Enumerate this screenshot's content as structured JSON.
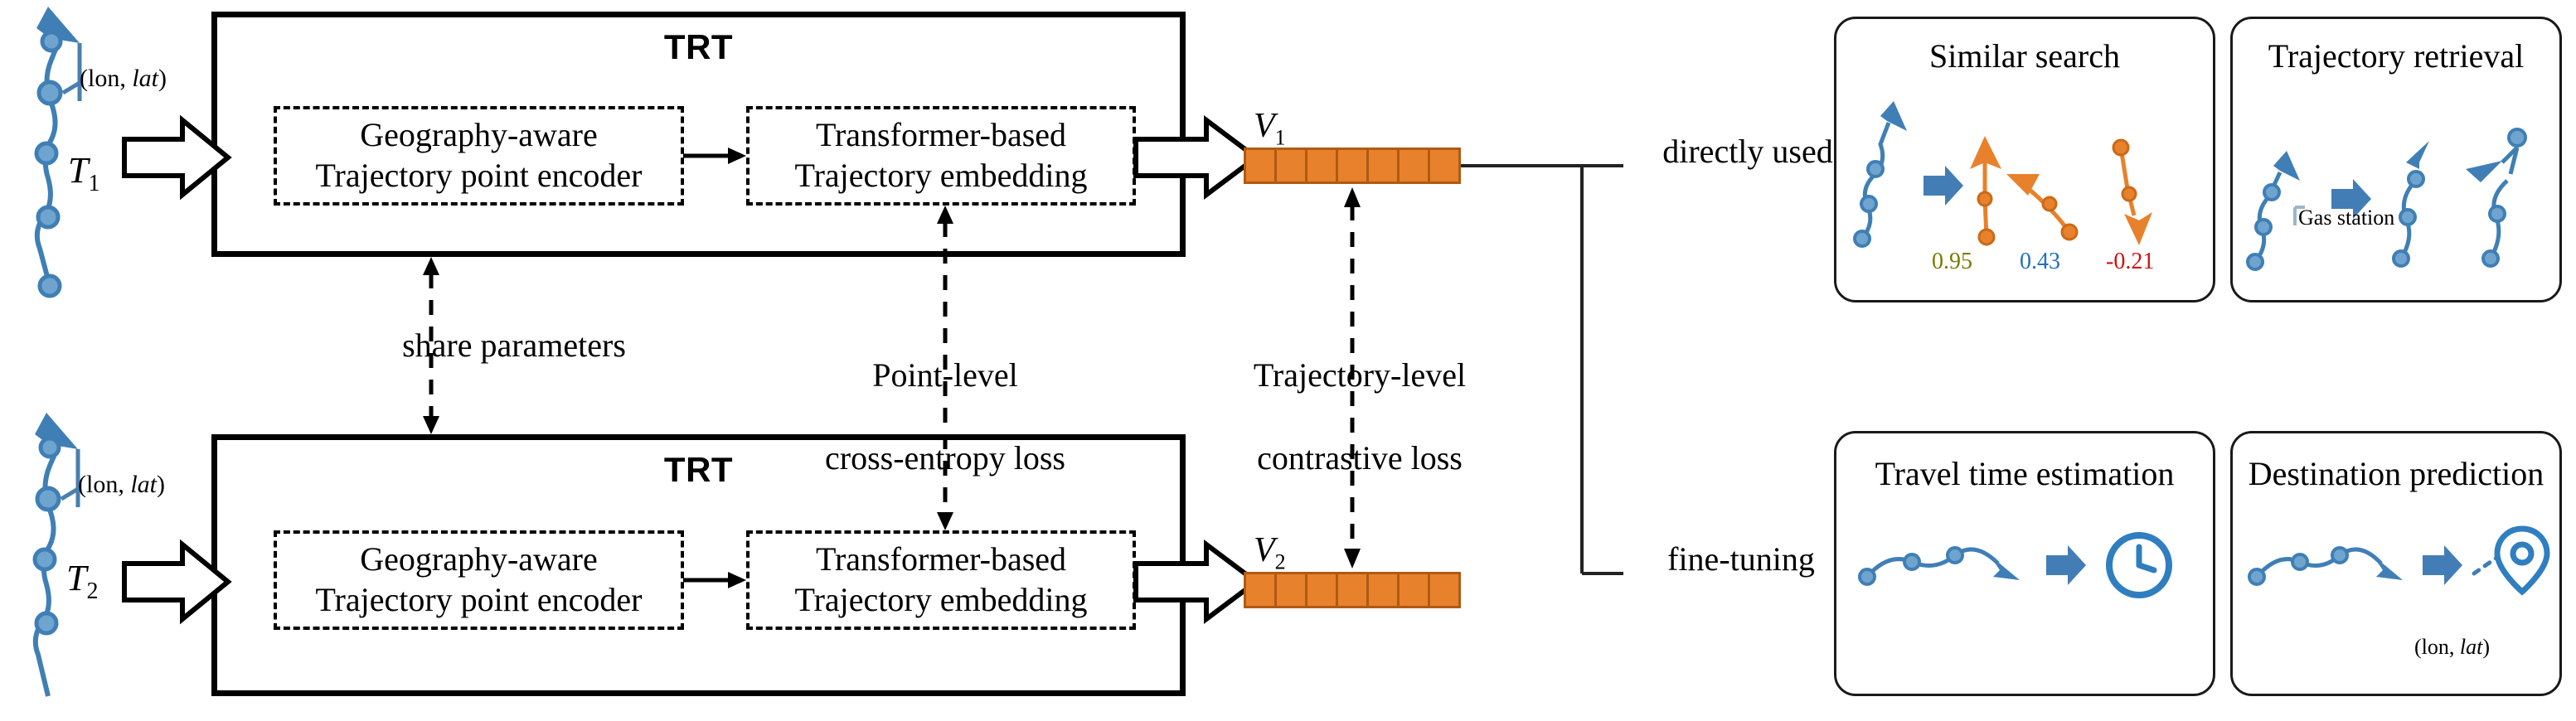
{
  "figure": {
    "type": "architecture-diagram",
    "title": "TRT trajectory representation framework"
  },
  "inputs": [
    {
      "name": "T1",
      "label": "T",
      "sub": "1",
      "coord_label": "(lon, lat)",
      "coord_lon": "(lon,",
      "coord_lat": "lat",
      "coord_close": ")"
    },
    {
      "name": "T2",
      "label": "T",
      "sub": "2",
      "coord_label": "(lon, lat)",
      "coord_lon": "(lon,",
      "coord_lat": "lat",
      "coord_close": ")"
    }
  ],
  "encoders": [
    {
      "title": "TRT",
      "modules": [
        {
          "line1": "Geography-aware",
          "line2": "Trajectory point encoder"
        },
        {
          "line1": "Transformer-based",
          "line2": "Trajectory embedding"
        }
      ]
    },
    {
      "title": "TRT",
      "modules": [
        {
          "line1": "Geography-aware",
          "line2": "Trajectory point encoder"
        },
        {
          "line1": "Transformer-based",
          "line2": "Trajectory embedding"
        }
      ]
    }
  ],
  "vectors": [
    {
      "label": "V",
      "sub": "1",
      "cells": 7,
      "color": "#e8812b"
    },
    {
      "label": "V",
      "sub": "2",
      "cells": 7,
      "color": "#e8812b"
    }
  ],
  "annotations": {
    "share_parameters": "share parameters",
    "point_loss_line1": "Point-level",
    "point_loss_line2": "cross-entropy loss",
    "traj_loss_line1": "Trajectory-level",
    "traj_loss_line2": "contrastive loss"
  },
  "branches": [
    {
      "label": "directly used"
    },
    {
      "label": "fine-tuning"
    }
  ],
  "tasks": [
    {
      "title": "Similar search",
      "scores": [
        {
          "value": "0.95",
          "color": "#7a7a00"
        },
        {
          "value": "0.43",
          "color": "#1f6fc4"
        },
        {
          "value": "-0.21",
          "color": "#d01010"
        }
      ]
    },
    {
      "title": "Trajectory retrieval",
      "poi_label": "Gas station"
    },
    {
      "title": "Travel time estimation",
      "result_icon": "clock-icon"
    },
    {
      "title": "Destination prediction",
      "result_icon": "map-pin-icon",
      "coord_label": "(lon, lat)",
      "coord_lon": "(lon,",
      "coord_lat": "lat",
      "coord_close": ")"
    }
  ],
  "colors": {
    "trajectory_blue": "#3f7fb5",
    "alt_trajectory_orange": "#e8812b",
    "vector_orange": "#e8812b",
    "outline_black": "#000000"
  }
}
